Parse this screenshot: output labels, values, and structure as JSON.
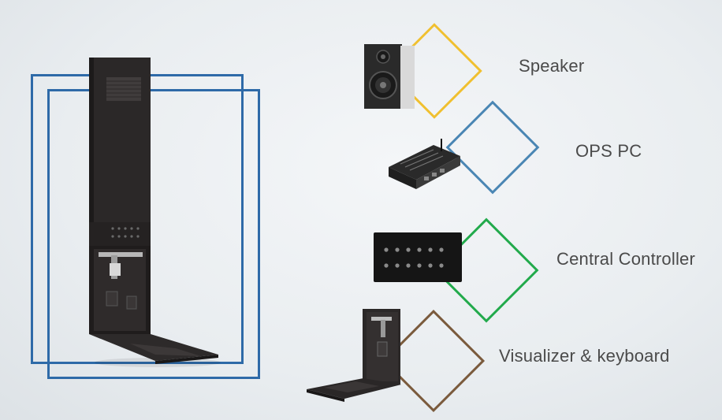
{
  "components": [
    {
      "name": "speaker",
      "label": "Speaker",
      "accent": "#f0c030",
      "icon": "speaker-icon"
    },
    {
      "name": "ops-pc",
      "label": "OPS PC",
      "accent": "#4a86b4",
      "icon": "ops-pc-icon"
    },
    {
      "name": "central-controller",
      "label": "Central Controller",
      "accent": "#22aa4c",
      "icon": "control-panel-icon"
    },
    {
      "name": "visualizer-keyboard",
      "label": "Visualizer & keyboard",
      "accent": "#7a5a3c",
      "icon": "visualizer-icon"
    }
  ],
  "colors": {
    "frame": "#2e6aa8",
    "device": "#2b2828",
    "label_text": "#4a4a4a"
  }
}
